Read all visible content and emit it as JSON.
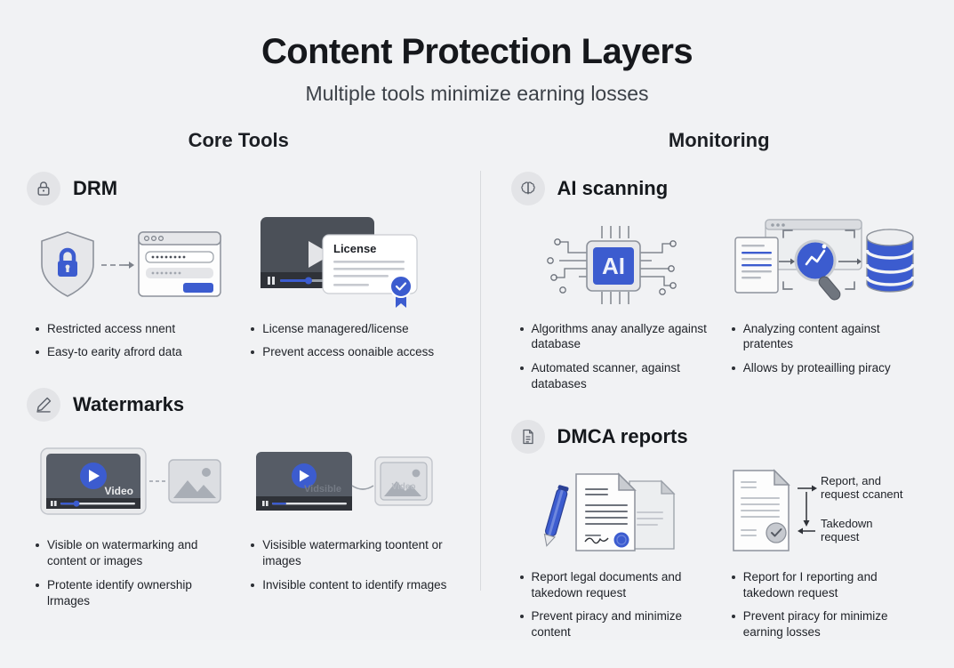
{
  "header": {
    "title": "Content Protection Layers",
    "subtitle": "Multiple tools minimize earning losses"
  },
  "colors": {
    "background": "#f1f2f4",
    "accent_blue": "#3c5ccf",
    "accent_blue_light": "#4a6fe0",
    "dark_panel": "#4b5058",
    "badge_bg": "#e3e4e7",
    "text_primary": "#16181c",
    "text_secondary": "#3c4148",
    "divider": "#d8dade"
  },
  "columns": [
    {
      "title": "Core Tools",
      "groups": [
        {
          "label": "DRM",
          "icon": "lock-icon",
          "cells": [
            {
              "art": "shield-lock-to-login",
              "art_labels": [],
              "bullets": [
                "Restricted access nnent",
                "Easy-to earity afrord data"
              ]
            },
            {
              "art": "video-license-card",
              "art_labels": [
                "License"
              ],
              "bullets": [
                "License managered/license",
                "Prevent access oonaible access"
              ]
            }
          ]
        },
        {
          "label": "Watermarks",
          "icon": "pencil-icon",
          "cells": [
            {
              "art": "video-watermark-visible",
              "art_labels": [
                "Video"
              ],
              "bullets": [
                "Visible on watermarking and content or images",
                "Protente identify ownership lrmages"
              ]
            },
            {
              "art": "video-watermark-invisible",
              "art_labels": [
                "Vidsible"
              ],
              "bullets": [
                "Visisible watermarking toontent or images",
                "Invisible content to identify rmages"
              ]
            }
          ]
        }
      ]
    },
    {
      "title": "Monitoring",
      "groups": [
        {
          "label": "AI scanning",
          "icon": "brain-icon",
          "cells": [
            {
              "art": "ai-chip",
              "art_labels": [
                "AI"
              ],
              "bullets": [
                "Algorithms anay anallyze against database",
                "Automated scanner, against databases"
              ]
            },
            {
              "art": "scan-search-database",
              "art_labels": [],
              "bullets": [
                "Analyzing content against pratentes",
                "Allows by proteailling piracy"
              ]
            }
          ]
        },
        {
          "label": "DMCA reports",
          "icon": "document-icon",
          "cells": [
            {
              "art": "signed-document-pen",
              "art_labels": [],
              "bullets": [
                "Report legal documents and takedown request",
                "Prevent piracy and minimize content"
              ]
            },
            {
              "art": "document-flow-arrows",
              "art_labels": [
                "Report, and request ccanent",
                "Takedown request"
              ],
              "bullets": [
                "Report for I reporting and takedown request",
                "Prevent piracy for minimize earning losses"
              ]
            }
          ]
        }
      ]
    }
  ]
}
